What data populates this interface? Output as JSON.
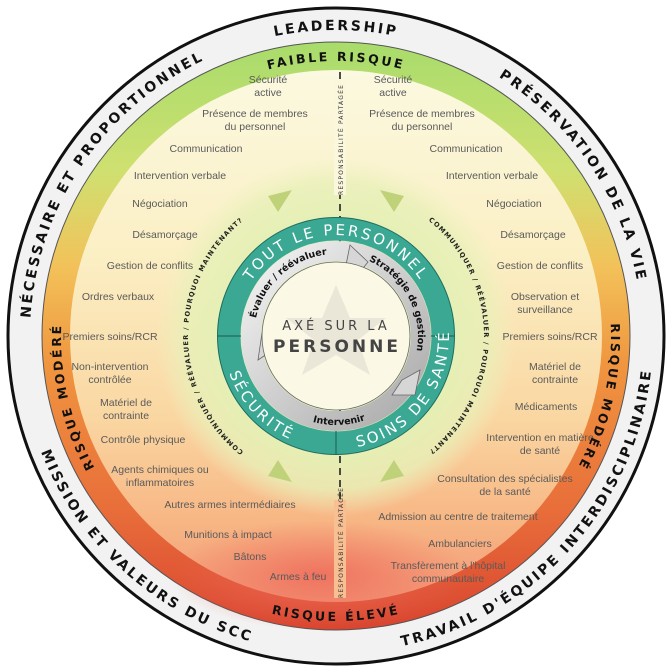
{
  "outer_ring": {
    "top": "LEADERSHIP",
    "upper_left": "NÉCESSAIRE ET PROPORTIONNEL",
    "upper_right": "PRÉSERVATION DE LA VIE",
    "lower_left": "MISSION ET VALEURS DU SCC",
    "lower_right": "TRAVAIL D'ÉQUIPE INTERDISCIPLINAIRE"
  },
  "risk_ring": {
    "top": "FAIBLE RISQUE",
    "left": "RISQUE MODÉRÉ",
    "right": "RISQUE MODÉRÉ",
    "bottom": "RISQUE ÉLEVÉ"
  },
  "colors": {
    "low_risk": "#a8dc6c",
    "moderate_risk": "#f0953f",
    "high_risk": "#d9442f",
    "teal": "#3aa893",
    "halo": "#e3f0b4"
  },
  "shared_responsibility": "RESPONSABILITÉ PARTAGÉE",
  "left_list": [
    {
      "lines": [
        "Sécurité",
        "active"
      ]
    },
    {
      "lines": [
        "Présence de membres",
        "du personnel"
      ]
    },
    {
      "lines": [
        "Communication"
      ]
    },
    {
      "lines": [
        "Intervention verbale"
      ]
    },
    {
      "lines": [
        "Négociation"
      ]
    },
    {
      "lines": [
        "Désamorçage"
      ]
    },
    {
      "lines": [
        "Gestion de conflits"
      ]
    },
    {
      "lines": [
        "Ordres verbaux"
      ]
    },
    {
      "lines": [
        "Premiers soins/RCR"
      ]
    },
    {
      "lines": [
        "Non-intervention",
        "contrôlée"
      ]
    },
    {
      "lines": [
        "Matériel de",
        "contrainte"
      ]
    },
    {
      "lines": [
        "Contrôle physique"
      ]
    },
    {
      "lines": [
        "Agents chimiques ou",
        "inflammatoires"
      ]
    },
    {
      "lines": [
        "Autres armes intermédiaires"
      ]
    },
    {
      "lines": [
        "Munitions à impact"
      ]
    },
    {
      "lines": [
        "Bâtons"
      ]
    },
    {
      "lines": [
        "Armes à feu"
      ]
    }
  ],
  "right_list": [
    {
      "lines": [
        "Sécurité",
        "active"
      ]
    },
    {
      "lines": [
        "Présence de membres",
        "du personnel"
      ]
    },
    {
      "lines": [
        "Communication"
      ]
    },
    {
      "lines": [
        "Intervention verbale"
      ]
    },
    {
      "lines": [
        "Négociation"
      ]
    },
    {
      "lines": [
        "Désamorçage"
      ]
    },
    {
      "lines": [
        "Gestion de conflits"
      ]
    },
    {
      "lines": [
        "Observation et",
        "surveillance"
      ]
    },
    {
      "lines": [
        "Premiers soins/RCR"
      ]
    },
    {
      "lines": [
        "Matériel de",
        "contrainte"
      ]
    },
    {
      "lines": [
        "Médicaments"
      ]
    },
    {
      "lines": [
        "Intervention en matière",
        "de santé"
      ]
    },
    {
      "lines": [
        "Consultation des spécialistes",
        "de la santé"
      ]
    },
    {
      "lines": [
        "Admission au centre de traitement"
      ]
    },
    {
      "lines": [
        "Ambulanciers"
      ]
    },
    {
      "lines": [
        "Transfèrement à l'hôpital",
        "communautaire"
      ]
    }
  ],
  "halo": {
    "left": "COMMUNIQUER / RÉÉVALUER / POURQUOI MAINTENANT?",
    "right": "COMMUNIQUER / RÉÉVALUER / POURQUOI MAINTENANT?"
  },
  "teal_ring": {
    "top": "TOUT LE PERSONNEL",
    "left": "SÉCURITÉ",
    "right": "SOINS DE SANTÉ"
  },
  "cycle": {
    "assess": "Évaluer / réévaluer",
    "strategy": "Stratégie de gestion",
    "intervene": "Intervenir"
  },
  "center": {
    "line1": "AXÉ SUR LA",
    "line2": "PERSONNE"
  }
}
